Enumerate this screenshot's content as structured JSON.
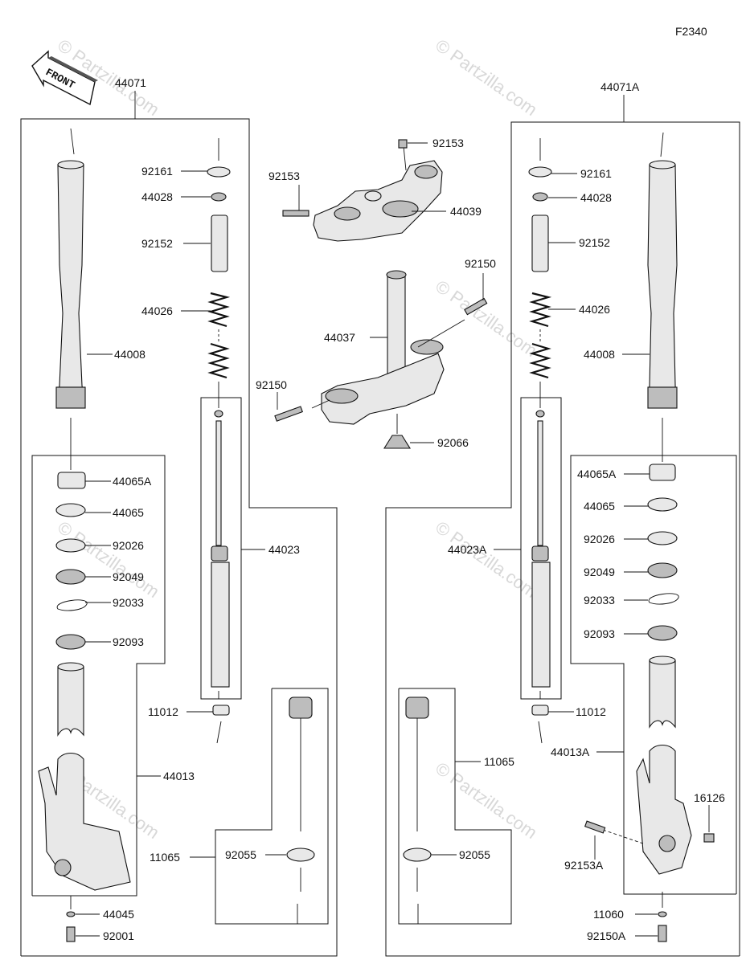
{
  "figure_code": "F2340",
  "front_label": "FRONT",
  "watermark": "© Partzilla.com",
  "left_fork": {
    "assembly": "44071",
    "outer_tube": "44008",
    "damper_rod": "44023",
    "inner_tube_assy": "44013",
    "cartridge": "11065",
    "parts": {
      "p92161": "92161",
      "p44028": "44028",
      "p92152": "92152",
      "p44026": "44026",
      "p44065A": "44065A",
      "p44065": "44065",
      "p92026": "92026",
      "p92049": "92049",
      "p92033": "92033",
      "p92093": "92093",
      "p11012": "11012",
      "p92055": "92055",
      "p44045": "44045",
      "p92001": "92001"
    }
  },
  "right_fork": {
    "assembly": "44071A",
    "outer_tube": "44008",
    "damper_rod": "44023A",
    "inner_tube_assy": "44013A",
    "cartridge": "11065",
    "parts": {
      "p92161": "92161",
      "p44028": "44028",
      "p92152": "92152",
      "p44026": "44026",
      "p44065A": "44065A",
      "p44065": "44065",
      "p92026": "92026",
      "p92049": "92049",
      "p92033": "92033",
      "p92093": "92093",
      "p11012": "11012",
      "p92055": "92055",
      "p16126": "16126",
      "p92153A": "92153A",
      "p11060": "11060",
      "p92150A": "92150A"
    }
  },
  "center": {
    "upper_bolt_a": "92153",
    "upper_bolt_b": "92153",
    "upper_bracket": "44039",
    "lower_bolt_a": "92150",
    "lower_bolt_b": "92150",
    "stem_bracket": "44037",
    "stem_nut": "92066"
  }
}
